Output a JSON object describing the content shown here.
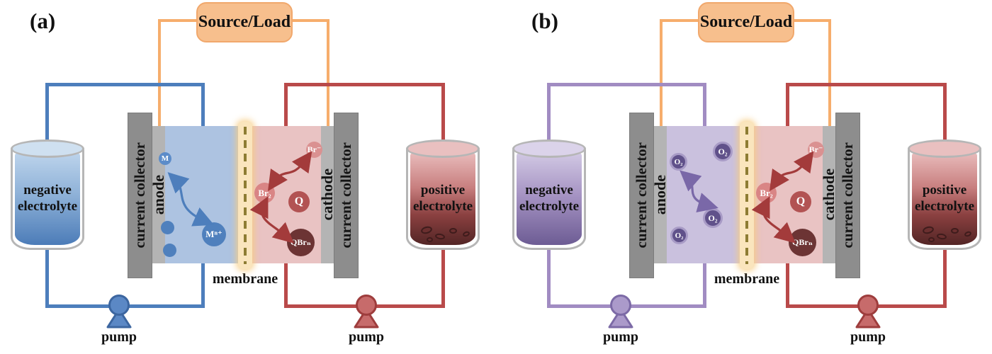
{
  "figure": {
    "description": "Schematic of two redox flow battery cells",
    "panels": {
      "a": {
        "panel_label": "(a)",
        "source_load_label": "Source/Load",
        "negative_tank": {
          "line1": "negative",
          "line2": "electrolyte"
        },
        "positive_tank": {
          "line1": "positive",
          "line2": "electrolyte"
        },
        "left_current_collector": "current collector",
        "right_current_collector": "current collector",
        "anode_label": "anode",
        "cathode_label": "cathode",
        "membrane_label": "membrane",
        "negative_pump_label": "pump",
        "positive_pump_label": "pump",
        "anode_species": [
          "M",
          "Mⁿ⁺"
        ],
        "cathode_species": [
          "Br₂",
          "Br⁻",
          "Q",
          "QBrₙ"
        ]
      },
      "b": {
        "panel_label": "(b)",
        "source_load_label": "Source/Load",
        "negative_tank": {
          "line1": "negative",
          "line2": "electrolyte"
        },
        "positive_tank": {
          "line1": "positive",
          "line2": "electrolyte"
        },
        "left_current_collector": "current collector",
        "right_current_collector": "current collector",
        "anode_label": "anode",
        "cathode_label": "cathode",
        "membrane_label": "membrane",
        "negative_pump_label": "pump",
        "positive_pump_label": "pump",
        "anode_species": [
          "O₂",
          "O₂",
          "O₂",
          "O₂"
        ],
        "cathode_species": [
          "Br₂",
          "Br⁻",
          "Q",
          "QBrₙ"
        ]
      }
    },
    "colors": {
      "negative_accent_a": "#4d7ebc",
      "negative_accent_b": "#a18cc2",
      "positive_accent": "#b94a4a",
      "wire_orange": "#f6ad6c",
      "source_load_fill": "#f7bf8d",
      "membrane_fill": "#fae5bd",
      "collector_gray": "#8d8d8d",
      "electrode_gray": "#b4b4b4",
      "q_circle": "#b25353",
      "qbrn_circle": "#6c3434",
      "br2_circle": "#d98585",
      "o2_circle": "#60518a"
    }
  }
}
